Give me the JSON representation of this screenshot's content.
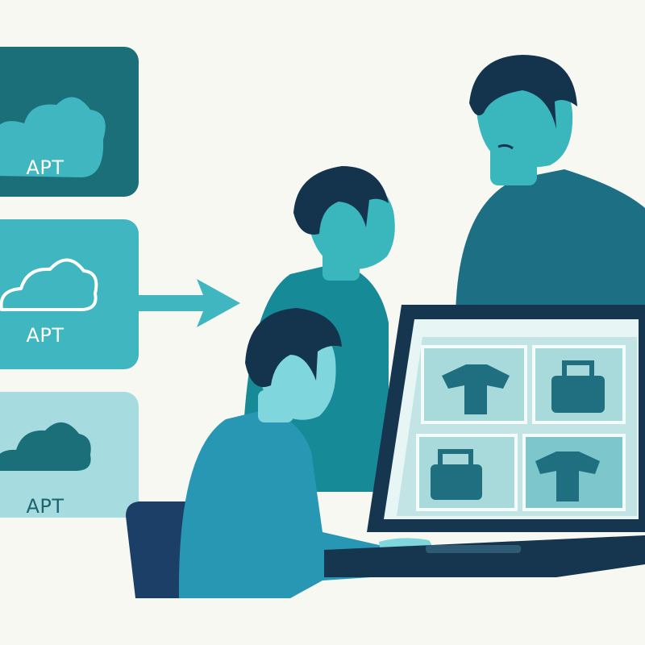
{
  "cards": [
    {
      "label": "APT",
      "icon": "cloud-icon",
      "style": "filled",
      "color": "#1a6f79"
    },
    {
      "label": "APT",
      "icon": "cloud-icon",
      "style": "outline",
      "color": "#3fb6c0"
    },
    {
      "label": "APT",
      "icon": "cloud-icon",
      "style": "filled",
      "color": "#a6dcdf"
    }
  ],
  "screen": {
    "tiles": [
      {
        "icon": "shirt-icon"
      },
      {
        "icon": "bag-icon"
      },
      {
        "icon": "bag-icon"
      },
      {
        "icon": "shirt-icon"
      }
    ]
  },
  "colors": {
    "background": "#f8f8f3",
    "dark_teal": "#1a6f79",
    "mid_teal": "#3fb6c0",
    "light_teal": "#a6dcdf",
    "navy": "#16364f"
  }
}
